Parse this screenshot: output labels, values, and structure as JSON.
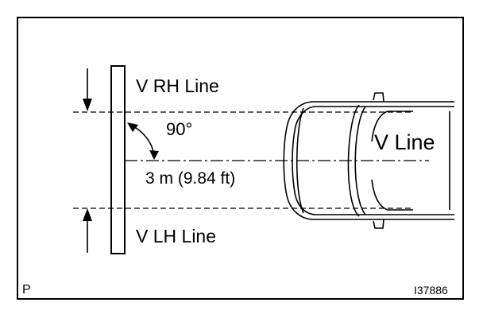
{
  "labels": {
    "v_rh_line": "V RH Line",
    "v_lh_line": "V LH Line",
    "v_line": "V Line",
    "angle": "90°",
    "distance": "3 m (9.84 ft)"
  },
  "corner": {
    "section_letter": "P",
    "figure_id": "I37886"
  }
}
